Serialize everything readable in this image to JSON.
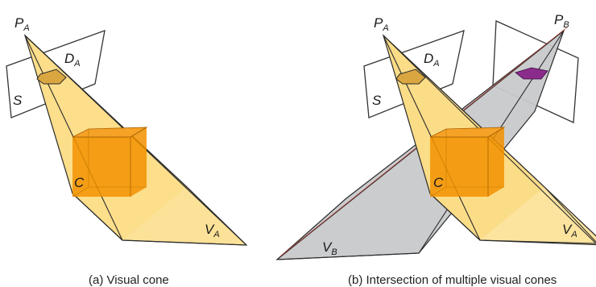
{
  "panel_a": {
    "caption": "(a) Visual cone",
    "labels": {
      "camera": "P",
      "camera_sub": "A",
      "plane": "S",
      "silhouette": "D",
      "silhouette_sub": "A",
      "object": "C",
      "cone": "V",
      "cone_sub": "A"
    }
  },
  "panel_b": {
    "caption": "(b) Intersection of multiple visual cones",
    "labels": {
      "camera_a": "P",
      "camera_a_sub": "A",
      "camera_b": "P",
      "camera_b_sub": "B",
      "plane": "S",
      "silhouette": "D",
      "silhouette_sub": "A",
      "object": "C",
      "cone_a": "V",
      "cone_a_sub": "A",
      "cone_b": "V",
      "cone_b_sub": "B"
    }
  },
  "colors": {
    "cone_yellow": "#fbdc86",
    "cone_yellow_dark": "#f2c34a",
    "cone_gray": "#c8c9cb",
    "object_orange": "#f29200",
    "silhouette_purple": "#8b2c8c",
    "edge": "#2b2b2b",
    "red_line": "#c0392b"
  }
}
